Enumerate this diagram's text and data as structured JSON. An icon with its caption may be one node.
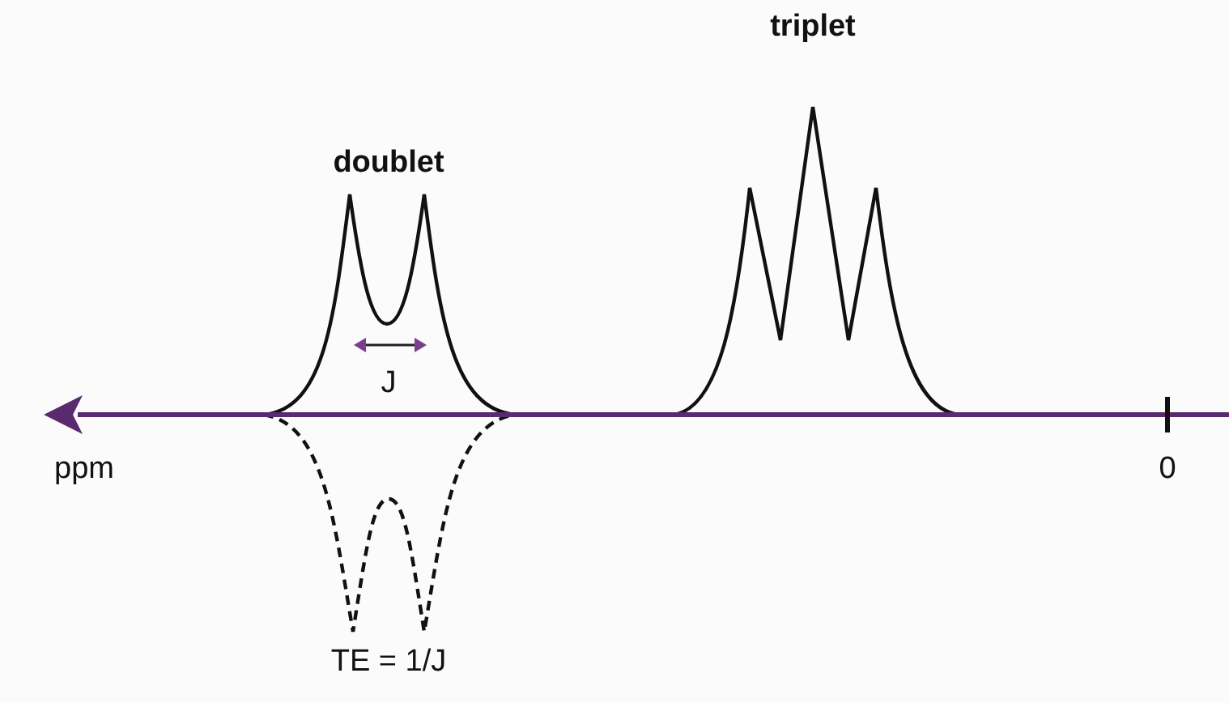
{
  "diagram": {
    "labels": [
      "triplet",
      "doublet",
      "J",
      "ppm",
      "0",
      "TE = 1/J"
    ]
  }
}
